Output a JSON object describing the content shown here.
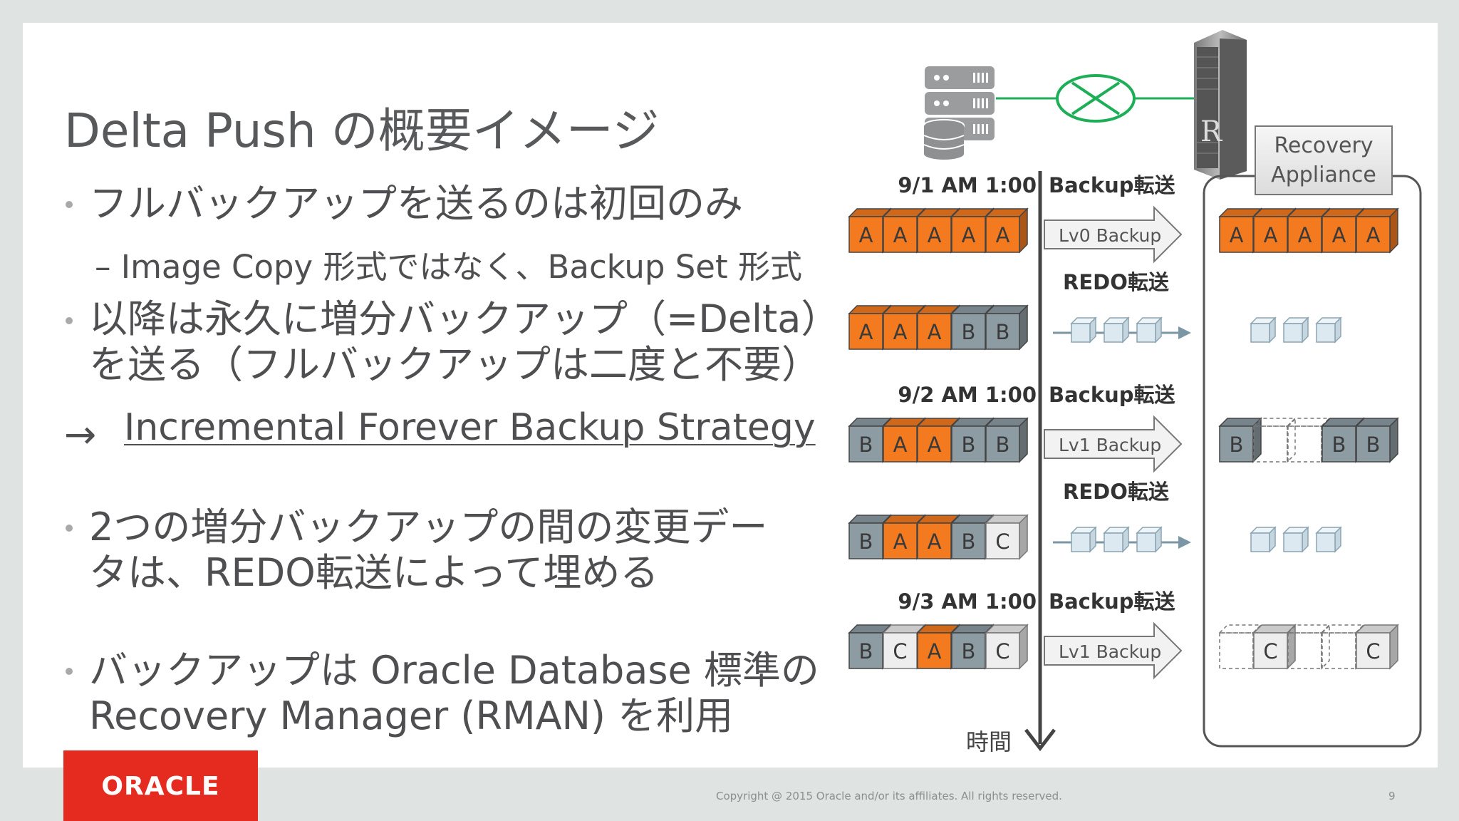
{
  "slide": {
    "title": "Delta Push の概要イメージ",
    "bullets": {
      "b1": "フルバックアップを送るのは初回のみ",
      "b1_sub": "– Image Copy 形式ではなく、Backup Set 形式",
      "b2_line1": "以降は永久に増分バックアップ（=Delta）",
      "b2_line2": "を送る（フルバックアップは二度と不要）",
      "arrow": "→",
      "strategy_link": "Incremental Forever Backup Strategy",
      "b3_line1": "2つの増分バックアップの間の変更デー",
      "b3_line2": "タは、REDO転送によって埋める",
      "b4_line1": "バックアップは Oracle Database 標準の",
      "b4_line2": "Recovery Manager (RMAN) を利用"
    }
  },
  "diagram": {
    "appliance_label_1": "Recovery",
    "appliance_label_2": "Appliance",
    "time_label": "時間",
    "rows": [
      {
        "time": "9/1 AM 1:00",
        "transfer": "Backup転送",
        "arrow_text": "Lv0 Backup",
        "source": [
          "A",
          "A",
          "A",
          "A",
          "A"
        ],
        "source_colors": [
          "orange",
          "orange",
          "orange",
          "orange",
          "orange"
        ],
        "target": [
          "A",
          "A",
          "A",
          "A",
          "A"
        ],
        "target_colors": [
          "orange",
          "orange",
          "orange",
          "orange",
          "orange"
        ]
      },
      {
        "time": "",
        "transfer": "REDO転送",
        "arrow_text": "",
        "source": [
          "A",
          "A",
          "A",
          "B",
          "B"
        ],
        "source_colors": [
          "orange",
          "orange",
          "orange",
          "gray",
          "gray"
        ]
      },
      {
        "time": "9/2 AM 1:00",
        "transfer": "Backup転送",
        "arrow_text": "Lv1 Backup",
        "source": [
          "B",
          "A",
          "A",
          "B",
          "B"
        ],
        "source_colors": [
          "gray",
          "orange",
          "orange",
          "gray",
          "gray"
        ],
        "target": [
          "B",
          "",
          "",
          "B",
          "B"
        ],
        "target_colors": [
          "gray",
          "dashed",
          "dashed",
          "gray",
          "gray"
        ]
      },
      {
        "time": "",
        "transfer": "REDO転送",
        "arrow_text": "",
        "source": [
          "B",
          "A",
          "A",
          "B",
          "C"
        ],
        "source_colors": [
          "gray",
          "orange",
          "orange",
          "gray",
          "white"
        ]
      },
      {
        "time": "9/3 AM 1:00",
        "transfer": "Backup転送",
        "arrow_text": "Lv1 Backup",
        "source": [
          "B",
          "C",
          "A",
          "B",
          "C"
        ],
        "source_colors": [
          "gray",
          "white",
          "orange",
          "gray",
          "white"
        ],
        "target": [
          "",
          "C",
          "",
          "",
          "C"
        ],
        "target_colors": [
          "dashed",
          "white",
          "dashed",
          "dashed",
          "white"
        ]
      }
    ],
    "colors": {
      "orange": "#f47a1f",
      "gray": "#8d9ba3",
      "white": "#eeeeee",
      "green": "#1daf57",
      "link": "#666666"
    }
  },
  "footer": {
    "logo_text": "ORACLE",
    "copyright": "Copyright @ 2015 Oracle and/or its affiliates. All rights reserved.",
    "page_number": "9"
  }
}
